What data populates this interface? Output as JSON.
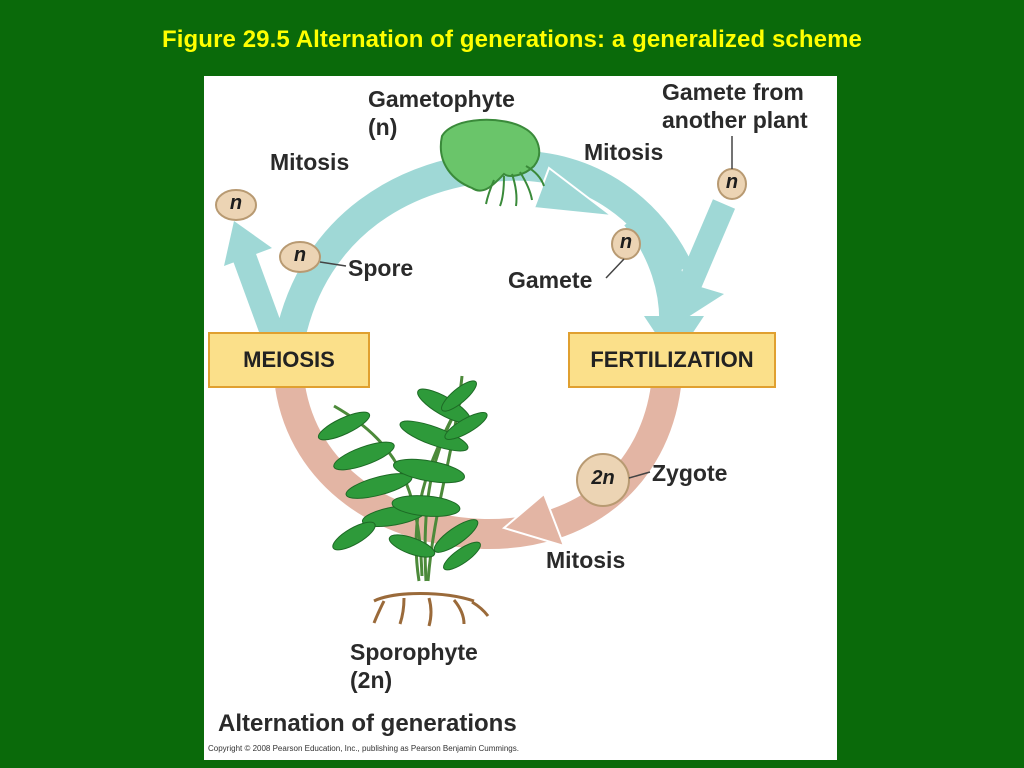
{
  "slide": {
    "title": "Figure 29.5  Alternation of generations: a generalized scheme"
  },
  "diagram": {
    "gametophyte": {
      "name": "Gametophyte",
      "ploidy": "(n)"
    },
    "gamete_from_other": {
      "line1": "Gamete from",
      "line2": "another plant"
    },
    "mitosis_left": "Mitosis",
    "mitosis_right": "Mitosis",
    "mitosis_bottom": "Mitosis",
    "spore": "Spore",
    "gamete": "Gamete",
    "zygote": "Zygote",
    "meiosis": "MEIOSIS",
    "fertilization": "FERTILIZATION",
    "sporophyte": {
      "name": "Sporophyte",
      "ploidy": "(2n)"
    },
    "haploid_symbol": "n",
    "diploid_symbol": "2n",
    "caption": "Alternation of generations",
    "copyright": "Copyright © 2008 Pearson Education, Inc., publishing as Pearson Benjamin Cummings.",
    "colors": {
      "haploid_arrow": "#9fd8d6",
      "diploid_arrow": "#e3b5a4",
      "label_box_fill": "#fbe08a",
      "label_box_border": "#e0a030",
      "cell_fill": "#ecd4b4",
      "plant_green": "#2e9a3a",
      "background": "#0a6a0a",
      "title_color": "#ffff00"
    }
  }
}
